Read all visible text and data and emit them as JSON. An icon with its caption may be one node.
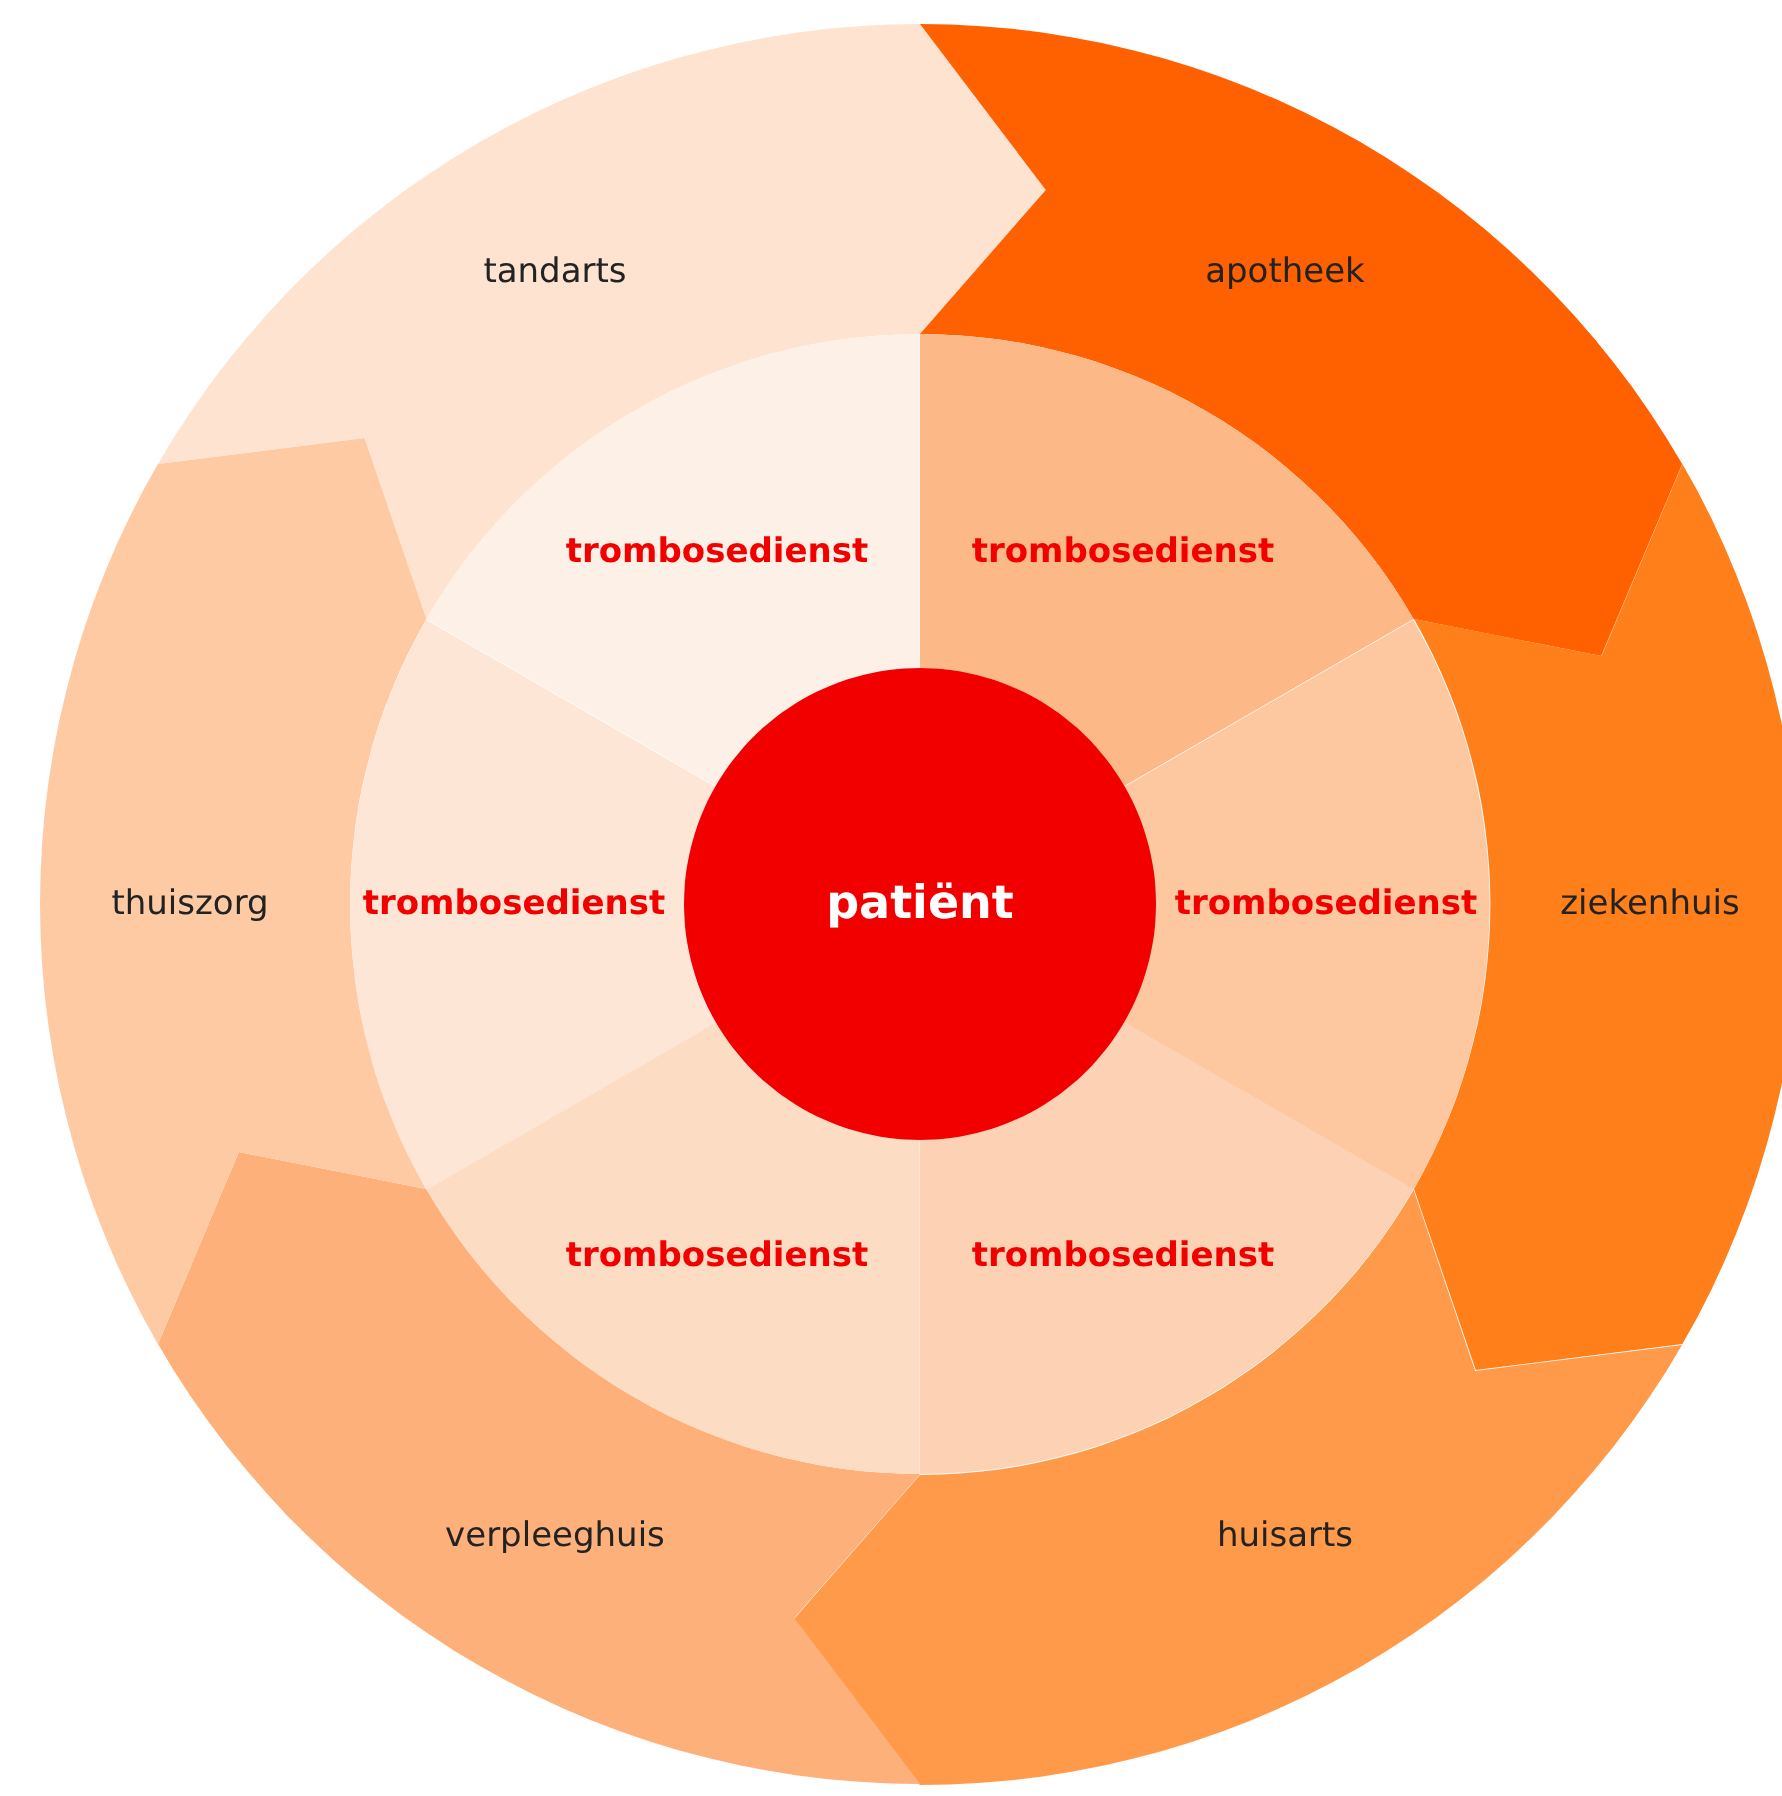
{
  "diagram": {
    "nodes": [
      {
        "text": [
          "tandarts"
        ]
      },
      {
        "text": [
          "apotheek"
        ]
      },
      {
        "text": [
          "ziekenhuis"
        ]
      },
      {
        "text": [
          "huisarts"
        ]
      },
      {
        "text": [
          "verpleeghuis"
        ]
      },
      {
        "text": [
          "thuiszorg"
        ]
      },
      {
        "text": [
          "trombosedienst"
        ]
      },
      {
        "text": [
          "trombosedienst"
        ]
      },
      {
        "text": [
          "trombosedienst"
        ]
      },
      {
        "text": [
          "trombosedienst"
        ]
      },
      {
        "text": [
          "trombosedienst"
        ]
      },
      {
        "text": [
          "trombosedienst"
        ]
      },
      {
        "text": [
          "patiënt"
        ]
      }
    ]
  }
}
